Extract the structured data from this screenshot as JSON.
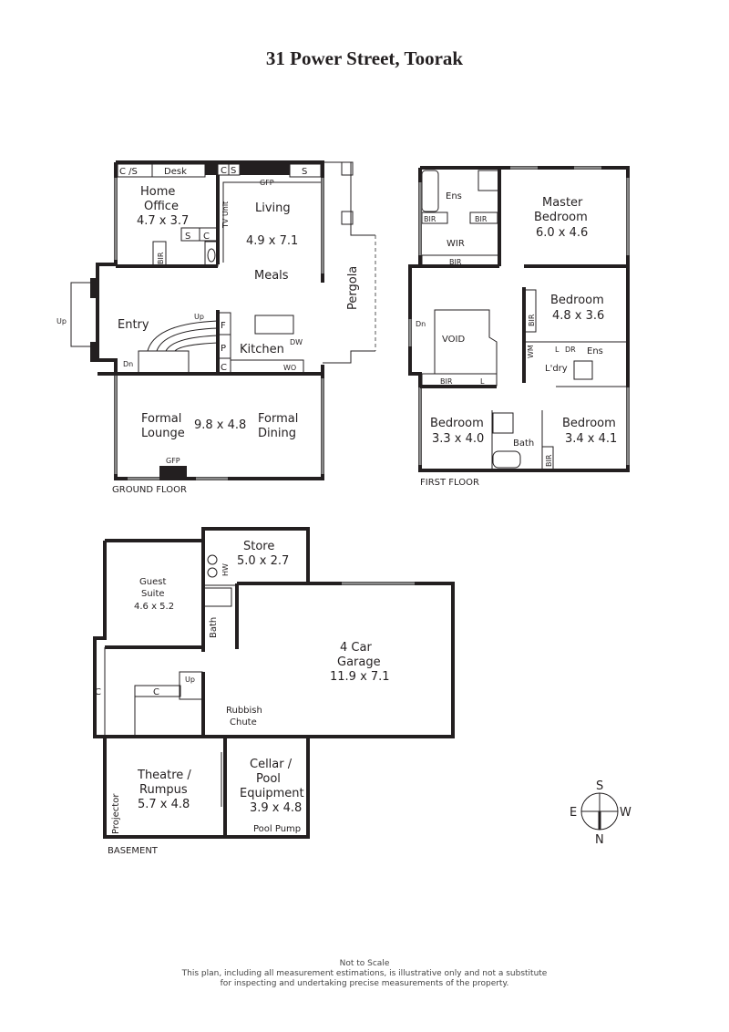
{
  "title": "31 Power Street, Toorak",
  "floors": {
    "ground": {
      "label": "GROUND FLOOR",
      "rooms": {
        "home_office": {
          "name_1": "Home",
          "name_2": "Office",
          "size": "4.7 x 3.7"
        },
        "living": {
          "name": "Living",
          "size": "4.9 x 7.1"
        },
        "meals": {
          "name": "Meals"
        },
        "kitchen": {
          "name": "Kitchen"
        },
        "entry": {
          "name": "Entry"
        },
        "pergola": {
          "name": "Pergola"
        },
        "formal": {
          "name_left_1": "Formal",
          "name_left_2": "Lounge",
          "size": "9.8 x 4.8",
          "name_right_1": "Formal",
          "name_right_2": "Dining"
        }
      },
      "fixtures": {
        "cs": "C /S",
        "desk": "Desk",
        "c_top": "C",
        "s_top1": "S",
        "s_top2": "S",
        "gfp_top": "GFP",
        "tv_unit": "TV Unit",
        "s_small": "S",
        "c_small": "C",
        "bir": "BIR",
        "f": "F",
        "p": "P",
        "c_kitchen": "C",
        "dw": "DW",
        "wo": "WO",
        "up_entry": "Up",
        "up_stair": "Up",
        "dn_stair": "Dn",
        "gfp_bottom": "GFP"
      }
    },
    "first": {
      "label": "FIRST FLOOR",
      "rooms": {
        "ens_master": {
          "name": "Ens"
        },
        "master": {
          "name_1": "Master",
          "name_2": "Bedroom",
          "size": "6.0 x 4.6"
        },
        "wir": {
          "name": "WIR"
        },
        "bed2": {
          "name": "Bedroom",
          "size": "4.8 x 3.6"
        },
        "void": {
          "name": "VOID"
        },
        "ldry": {
          "name": "L'dry"
        },
        "ens2": {
          "name": "Ens"
        },
        "bed3": {
          "name": "Bedroom",
          "size": "3.3 x 4.0"
        },
        "bath": {
          "name": "Bath"
        },
        "bed4": {
          "name": "Bedroom",
          "size": "3.4 x 4.1"
        }
      },
      "fixtures": {
        "bir1": "BIR",
        "bir2": "BIR",
        "bir3": "BIR",
        "bir4": "BIR",
        "bir5": "BIR",
        "bir6": "BIR",
        "dn": "Dn",
        "l1": "L",
        "l2": "L",
        "wm": "WM",
        "dr": "DR"
      }
    },
    "basement": {
      "label": "BASEMENT",
      "rooms": {
        "guest": {
          "name_1": "Guest",
          "name_2": "Suite",
          "size": "4.6 x 5.2"
        },
        "store": {
          "name": "Store",
          "size": "5.0 x 2.7"
        },
        "garage": {
          "name_1": "4 Car",
          "name_2": "Garage",
          "size": "11.9 x 7.1"
        },
        "bath": {
          "name": "Bath"
        },
        "theatre": {
          "name_1": "Theatre /",
          "name_2": "Rumpus",
          "size": "5.7 x 4.8"
        },
        "cellar": {
          "name_1": "Cellar /",
          "name_2": "Pool",
          "name_3": "Equipment",
          "size": "3.9 x 4.8"
        }
      },
      "fixtures": {
        "hw": "HW",
        "c1": "C",
        "c2": "C",
        "up": "Up",
        "rubbish_1": "Rubbish",
        "rubbish_2": "Chute",
        "projector": "Projector",
        "pool_pump": "Pool Pump"
      }
    }
  },
  "compass": {
    "s": "S",
    "e": "E",
    "w": "W",
    "n": "N"
  },
  "disclaimer": {
    "line1": "Not to Scale",
    "line2": "This plan, including all measurement estimations, is illustrative only and not a substitute",
    "line3": "for inspecting and undertaking precise measurements of the property."
  }
}
